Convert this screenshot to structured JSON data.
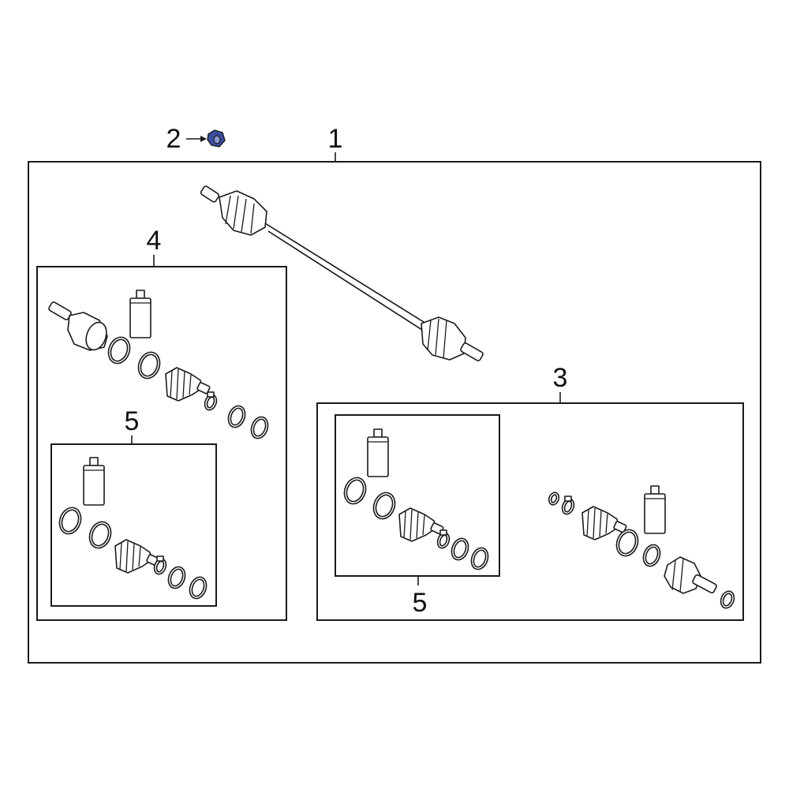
{
  "diagram": {
    "callouts": {
      "shaft_assembly": "1",
      "nut": "2",
      "outer_joint_kit": "3",
      "inner_joint_kit": "4",
      "boot_kit_left": "5",
      "boot_kit_right": "5"
    },
    "colors": {
      "line": "#1a1a1a",
      "highlight_part": "#3b4fa0",
      "background": "#ffffff"
    }
  }
}
